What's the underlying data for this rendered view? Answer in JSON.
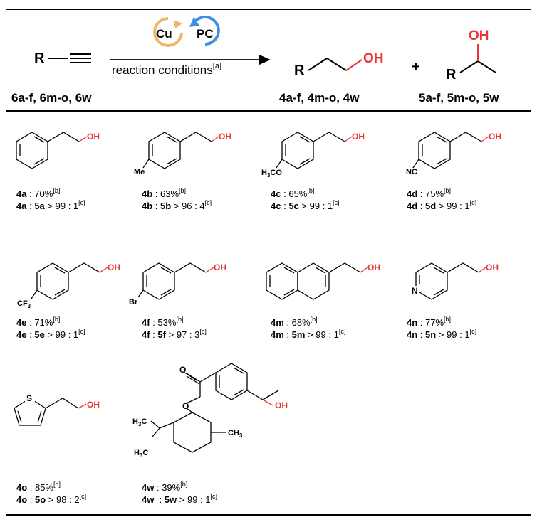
{
  "scheme": {
    "reactant_label": "6a-f, 6m-o, 6w",
    "product1_label": "4a-f, 4m-o, 4w",
    "product2_label": "5a-f, 5m-o, 5w",
    "conditions": "reaction conditions",
    "conditions_ref": "[a]",
    "catalyst_cu": "Cu",
    "catalyst_pc": "PC",
    "plus": "+",
    "r_group": "R",
    "oh": "OH"
  },
  "colors": {
    "hydroxyl": "#ee3333",
    "cu_ring": "#f2b56b",
    "pc_ring": "#3f8fe0"
  },
  "entries": [
    {
      "id": "4a",
      "yield": "70%",
      "yield_ref": "[b]",
      "sel_minor": "5a",
      "ratio": "99 : 1",
      "ratio_ref": "[c]",
      "cmp": ">"
    },
    {
      "id": "4b",
      "yield": "63%",
      "yield_ref": "[b]",
      "sel_minor": "5b",
      "ratio": "96 : 4",
      "ratio_ref": "[c]",
      "cmp": ">",
      "subst": "Me"
    },
    {
      "id": "4c",
      "yield": "65%",
      "yield_ref": "[b]",
      "sel_minor": "5c",
      "ratio": "99 : 1",
      "ratio_ref": "[c]",
      "cmp": ">",
      "subst": "H3CO"
    },
    {
      "id": "4d",
      "yield": "75%",
      "yield_ref": "[b]",
      "sel_minor": "5d",
      "ratio": "99 : 1",
      "ratio_ref": "[c]",
      "cmp": ">",
      "subst": "NC"
    },
    {
      "id": "4e",
      "yield": "71%",
      "yield_ref": "[b]",
      "sel_minor": "5e",
      "ratio": "99 : 1",
      "ratio_ref": "[c]",
      "cmp": ">",
      "subst": "CF3"
    },
    {
      "id": "4f",
      "yield": "53%",
      "yield_ref": "[b]",
      "sel_minor": "5f",
      "ratio": "97 : 3",
      "ratio_ref": "[c]",
      "cmp": ">",
      "subst": "Br"
    },
    {
      "id": "4m",
      "yield": "68%",
      "yield_ref": "[b]",
      "sel_minor": "5m",
      "ratio": "99 : 1",
      "ratio_ref": "[c]",
      "cmp": ">"
    },
    {
      "id": "4n",
      "yield": "77%",
      "yield_ref": "[b]",
      "sel_minor": "5n",
      "ratio": "99 : 1",
      "ratio_ref": "[c]",
      "cmp": ">",
      "subst": "N"
    },
    {
      "id": "4o",
      "yield": "85%",
      "yield_ref": "[b]",
      "sel_minor": "5o",
      "ratio": "98 : 2",
      "ratio_ref": "[c]",
      "cmp": ">",
      "subst": "S"
    },
    {
      "id": "4w",
      "yield": "39%",
      "yield_ref": "[b]",
      "sel_minor": "5w",
      "ratio": "99 : 1",
      "ratio_ref": "[c]",
      "cmp": ">",
      "subst_a": "H3C",
      "subst_b": "H3C",
      "subst_c": "CH3",
      "subst_d": "O"
    }
  ]
}
